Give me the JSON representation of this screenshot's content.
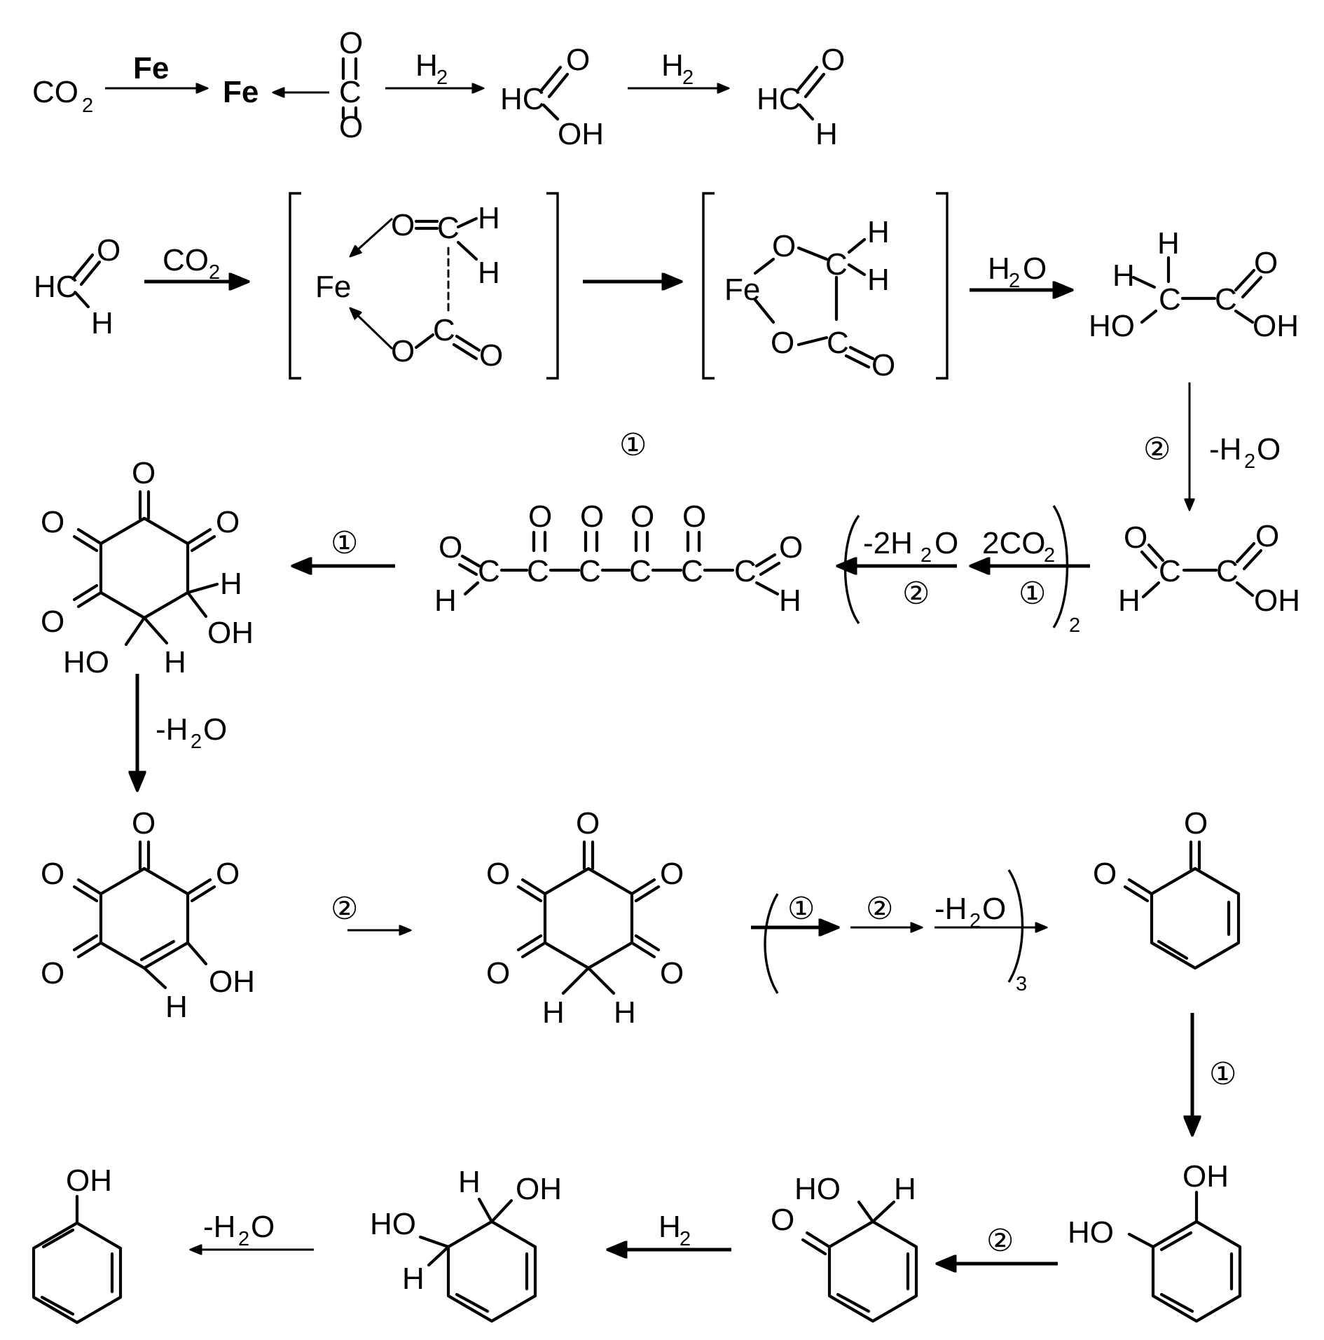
{
  "row1": {
    "co2": "CO",
    "co2_sub": "2",
    "fe_reagent": "Fe",
    "fe_atom": "Fe",
    "complex_o_top": "O",
    "complex_c": "C",
    "complex_o_bottom": "O",
    "h2_a": "H",
    "h2_a_sub": "2",
    "formic_hc": "HC",
    "formic_o": "O",
    "formic_oh": "OH",
    "h2_b": "H",
    "h2_b_sub": "2",
    "formald_hc": "HC",
    "formald_o": "O",
    "formald_h": "H"
  },
  "box": {
    "formald_hc": "HC",
    "formald_o": "O",
    "formald_h": "H",
    "co2_label": "CO",
    "co2_sub": "2",
    "int1_fe": "Fe",
    "int1_o_top": "O",
    "int1_c_top": "C",
    "int1_h1": "H",
    "int1_h2": "H",
    "int1_o_bot": "O",
    "int1_c_bot": "C",
    "int1_o_end": "O",
    "int2_fe": "Fe",
    "int2_o_top": "O",
    "int2_c": "C",
    "int2_h1": "H",
    "int2_h2": "H",
    "int2_o_bot": "O",
    "int2_c2": "C",
    "int2_o_end": "O",
    "h2o_label": "H",
    "h2o_sub": "2",
    "h2o_o": "O",
    "gly_h_top": "H",
    "gly_h_left": "H",
    "gly_c1": "C",
    "gly_c2": "C",
    "gly_o": "O",
    "gly_ho": "HO",
    "gly_oh": "OH",
    "marker": "①"
  },
  "row3": {
    "marker_down": "②",
    "minus_h2o": "-H",
    "minus_h2o_sub": "2",
    "minus_h2o_o": "O",
    "glyox_o": "O",
    "glyox_c1": "C",
    "glyox_c2": "C",
    "glyox_o2": "O",
    "glyox_h": "H",
    "glyox_oh": "OH",
    "paren_minus2h2o": "-2H",
    "paren_minus2h2o_sub": "2",
    "paren_minus2h2o_o": "O",
    "paren_2co2": "2CO",
    "paren_2co2_sub": "2",
    "paren_marker_2": "②",
    "paren_marker_1": "①",
    "paren_times": "2",
    "hexa_o": [
      "O",
      "O",
      "O",
      "O",
      "O",
      "O"
    ],
    "hexa_c": [
      "C",
      "C",
      "C",
      "C",
      "C",
      "C"
    ],
    "hexa_h_left": "H",
    "hexa_h_right": "H",
    "arrow_marker": "①",
    "ring_o": [
      "O",
      "O",
      "O",
      "O"
    ],
    "ring_h1": "H",
    "ring_oh1": "OH",
    "ring_ho": "HO",
    "ring_h2": "H"
  },
  "row4": {
    "minus_h2o": "-H",
    "minus_h2o_sub": "2",
    "minus_h2o_o": "O",
    "enol_o": [
      "O",
      "O",
      "O",
      "O"
    ],
    "enol_oh": "OH",
    "enol_h": "H",
    "arrow_marker": "②",
    "tetra_o": [
      "O",
      "O",
      "O",
      "O"
    ],
    "tetra_h1": "H",
    "tetra_h2": "H",
    "paren_marker_1": "①",
    "paren_marker_2": "②",
    "paren_minus_h2o": "-H",
    "paren_minus_h2o_sub": "2",
    "paren_minus_h2o_o": "O",
    "paren_times": "3",
    "quinone_o": [
      "O",
      "O"
    ],
    "down_marker": "①"
  },
  "row5": {
    "phenol_oh": "OH",
    "minus_h2o": "-H",
    "minus_h2o_sub": "2",
    "minus_h2o_o": "O",
    "diol_h": "H",
    "diol_oh": "OH",
    "diol_ho": "HO",
    "diol_h2": "H",
    "h2": "H",
    "h2_sub": "2",
    "ketol_ho": "HO",
    "ketol_h": "H",
    "ketol_o": "O",
    "arrow_marker": "②",
    "catechol_oh": "OH",
    "catechol_ho": "HO"
  }
}
